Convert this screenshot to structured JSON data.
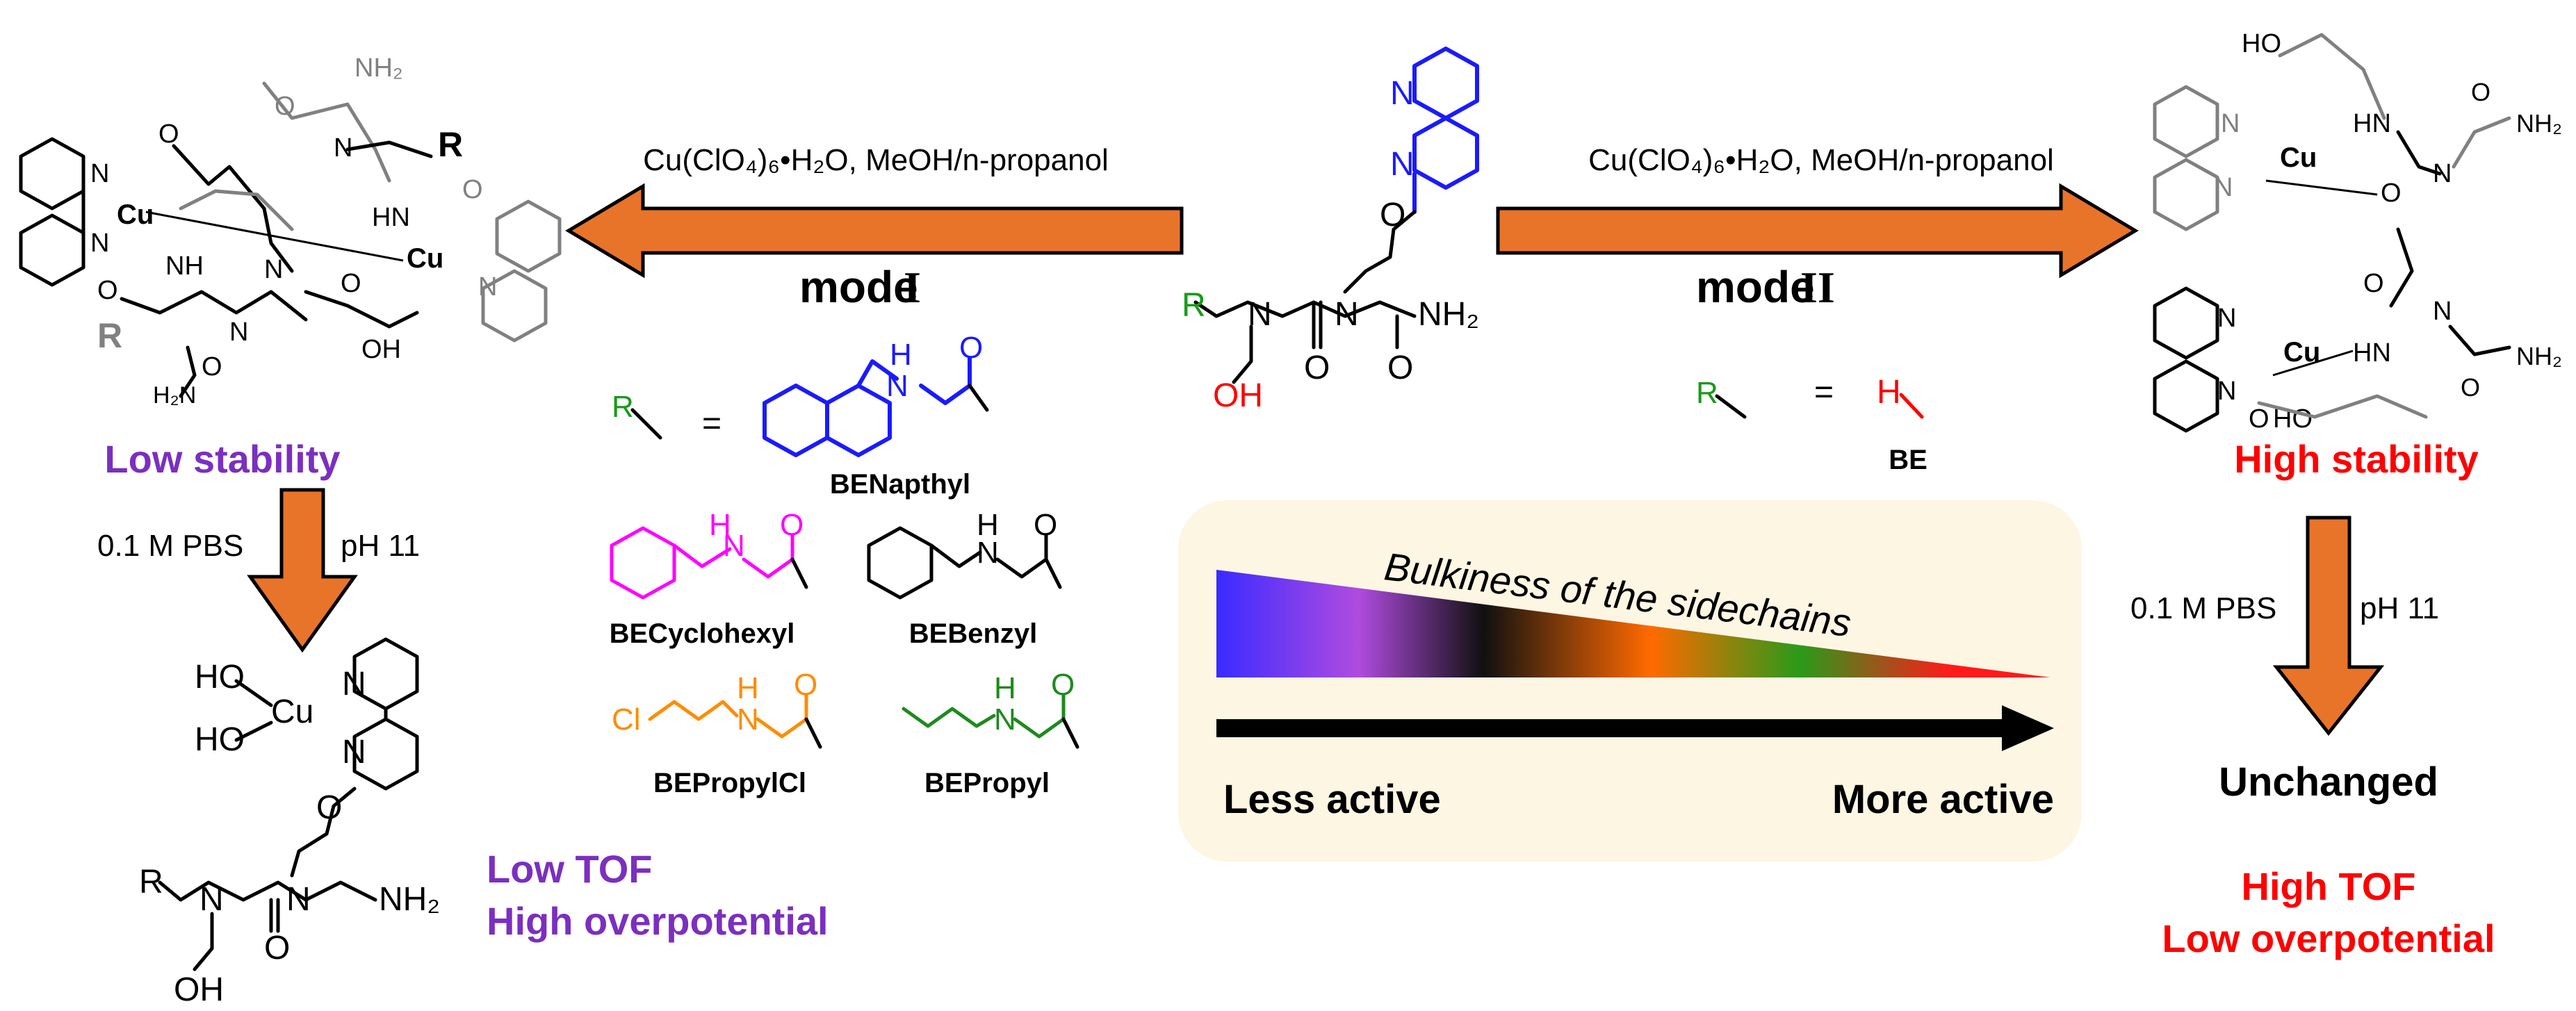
{
  "colors": {
    "purple": "#7b2fbf",
    "red": "#ff0000",
    "blue": "#1a1aff",
    "green": "#1a9a1a",
    "magenta": "#ff00ff",
    "orange": "#ff8c00",
    "arrow_fill": "#e8742a",
    "panel_bg": "#fdf6e3"
  },
  "reaction": {
    "reagent_left": "Cu(ClO₄)₆•H₂O, MeOH/n-propanol",
    "reagent_right": "Cu(ClO₄)₆•H₂O, MeOH/n-propanol",
    "mode_left_word": "mode",
    "mode_left_numeral": "I",
    "mode_right_word": "mode",
    "mode_right_numeral": "II"
  },
  "left_branch": {
    "complex_R_top": "R",
    "complex_R_bottom": "R",
    "stability": "Low stability",
    "buffer": "0.1 M PBS",
    "ph": "pH 11",
    "tof": "Low TOF",
    "overpotential": "High overpotential"
  },
  "right_branch": {
    "stability": "High stability",
    "buffer": "0.1 M PBS",
    "ph": "pH 11",
    "result": "Unchanged",
    "tof": "High TOF",
    "overpotential": "Low overpotential"
  },
  "ligand": {
    "R": "R",
    "OH": "OH",
    "NH2": "NH₂",
    "N": "N",
    "O": "O"
  },
  "sidechains": {
    "R_label": "R",
    "equals": "=",
    "napthyl": "BENapthyl",
    "cyclohexyl": "BECyclohexyl",
    "benzyl": "BEBenzyl",
    "propylcl": "BEPropylCl",
    "propyl": "BEPropyl",
    "be": "BE",
    "H": "H",
    "N": "N",
    "O": "O",
    "Cl": "Cl"
  },
  "panel": {
    "title": "Bulkiness of the sidechains",
    "less": "Less active",
    "more": "More active"
  },
  "atoms": {
    "Cu": "Cu",
    "HO": "HO",
    "OH": "OH",
    "HN": "HN",
    "NH": "NH",
    "N": "N",
    "O": "O",
    "NH2": "NH₂",
    "H2N": "H₂N",
    "R": "R"
  }
}
